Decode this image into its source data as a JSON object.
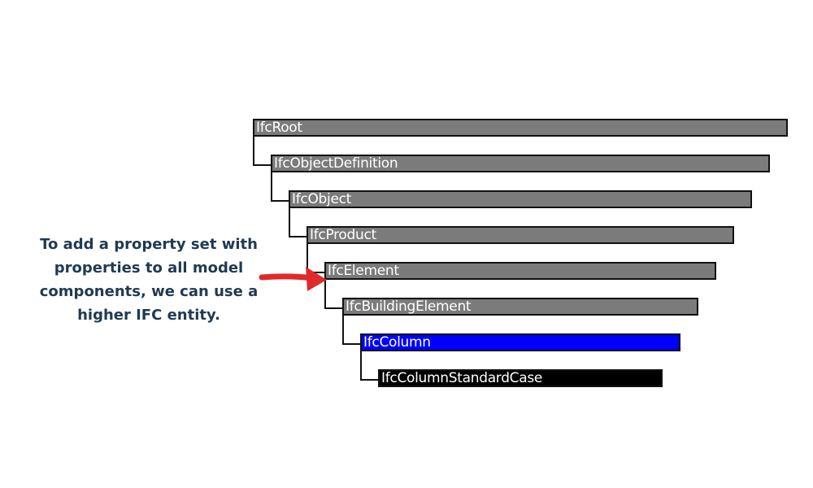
{
  "hierarchy": [
    {
      "label": "IfcRoot",
      "state": "normal"
    },
    {
      "label": "IfcObjectDefinition",
      "state": "normal"
    },
    {
      "label": "IfcObject",
      "state": "normal"
    },
    {
      "label": "IfcProduct",
      "state": "normal"
    },
    {
      "label": "IfcElement",
      "state": "normal"
    },
    {
      "label": "IfcBuildingElement",
      "state": "normal"
    },
    {
      "label": "IfcColumn",
      "state": "selected"
    },
    {
      "label": "IfcColumnStandardCase",
      "state": "leaf"
    }
  ],
  "annotation": {
    "text": "To add a property set with properties to all model components, we can use a higher IFC entity.",
    "points_to": "IfcElement"
  },
  "colors": {
    "bar": "#7b7b7b",
    "selected": "#0000ff",
    "leaf": "#000000",
    "arrow": "#e02a2a",
    "note_text": "#1f3a52"
  }
}
